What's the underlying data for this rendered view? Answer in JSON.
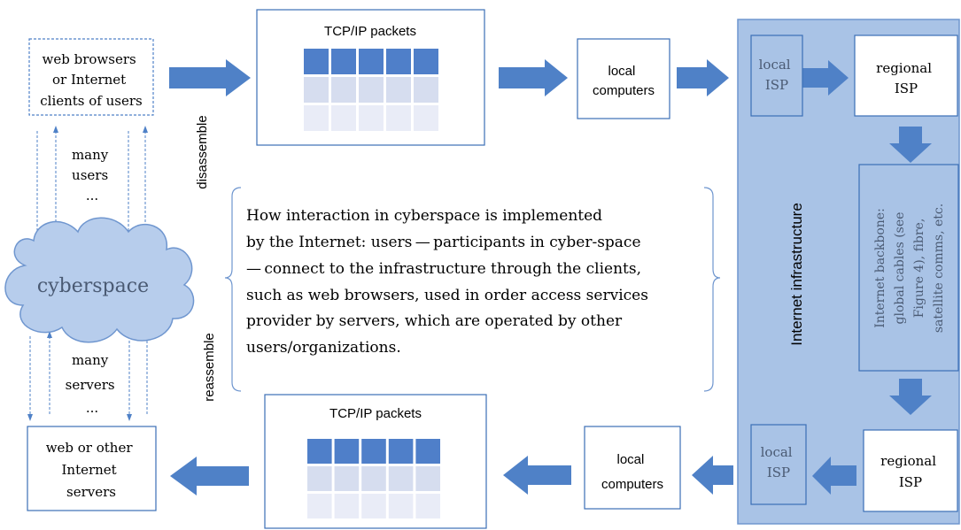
{
  "colors": {
    "arrow": "#4f81c7",
    "box_border": "#3b6fb6",
    "infra_bg": "#a9c3e6",
    "infra_border": "#6f96cf",
    "cloud_fill": "#b7cdec",
    "cloud_stroke": "#6f96cf",
    "table_header": "#4f7fc9",
    "table_row1": "#d6ddef",
    "table_row2": "#e9ecf7",
    "text_dark": "#000000",
    "text_muted": "#4a5a73",
    "dashed_line": "#4f81c7"
  },
  "clients_box": {
    "lines": [
      "web browsers",
      "or Internet",
      "clients of users"
    ]
  },
  "servers_box": {
    "lines": [
      "web or other",
      "Internet",
      "servers"
    ]
  },
  "many_users": {
    "lines": [
      "many",
      "users",
      "..."
    ]
  },
  "many_servers": {
    "lines": [
      "many",
      "servers",
      "..."
    ]
  },
  "cloud": {
    "label": "cyberspace"
  },
  "labels": {
    "disassemble": "disassemble",
    "reassemble": "reassemble",
    "infrastructure": "Internet infrastructure"
  },
  "packets_top": {
    "title": "TCP/IP packets",
    "columns": 5,
    "rows": 3
  },
  "packets_bottom": {
    "title": "TCP/IP packets",
    "columns": 5,
    "rows": 3
  },
  "local_computers_top": {
    "lines": [
      "local",
      "computers"
    ]
  },
  "local_computers_bottom": {
    "lines": [
      "local",
      "computers"
    ]
  },
  "local_isp_top": {
    "lines": [
      "local",
      "ISP"
    ]
  },
  "local_isp_bottom": {
    "lines": [
      "local",
      "ISP"
    ]
  },
  "regional_isp_top": {
    "lines": [
      "regional",
      "ISP"
    ]
  },
  "regional_isp_bottom": {
    "lines": [
      "regional",
      "ISP"
    ]
  },
  "backbone": {
    "lines": [
      "Internet backbone:",
      "global cables (see",
      "Figure 4), fibre,",
      "satellite comms, etc."
    ]
  },
  "caption": {
    "lines": [
      "How interaction in cyberspace is implemented",
      "by the Internet: users — participants in cyber-space",
      "— connect to the infrastructure through the clients,",
      "such as web browsers, used in order access services",
      "provider by servers, which are operated by other",
      "users/organizations."
    ]
  }
}
